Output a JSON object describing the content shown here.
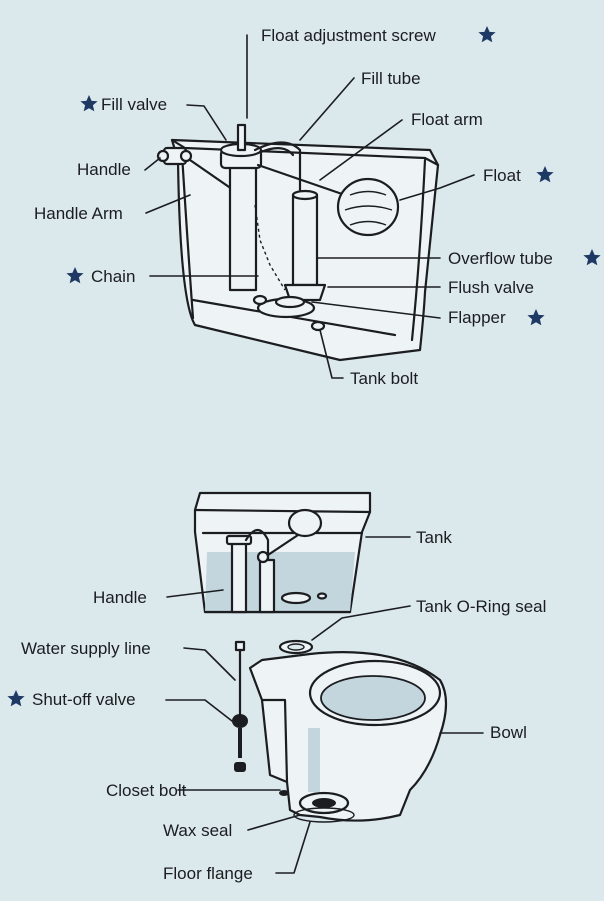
{
  "colors": {
    "background": "#dbe8ec",
    "ink": "#1b1d21",
    "star": "#1e3a64",
    "water": "#c3d6dd",
    "porcelain": "#eef4f6"
  },
  "icons": {
    "important_marker": "star-icon"
  },
  "top_diagram": {
    "labels": {
      "float_adjustment_screw": {
        "text": "Float adjustment screw",
        "starred": true
      },
      "fill_tube": {
        "text": "Fill tube",
        "starred": false
      },
      "fill_valve": {
        "text": "Fill valve",
        "starred": true
      },
      "float_arm": {
        "text": "Float arm",
        "starred": false
      },
      "handle": {
        "text": "Handle",
        "starred": false
      },
      "float": {
        "text": "Float",
        "starred": true
      },
      "handle_arm": {
        "text": "Handle Arm",
        "starred": false
      },
      "chain": {
        "text": "Chain",
        "starred": true
      },
      "overflow_tube": {
        "text": "Overflow tube",
        "starred": true
      },
      "flush_valve": {
        "text": "Flush valve",
        "starred": false
      },
      "flapper": {
        "text": "Flapper",
        "starred": true
      },
      "tank_bolt": {
        "text": "Tank bolt",
        "starred": false
      }
    }
  },
  "bottom_diagram": {
    "labels": {
      "tank": {
        "text": "Tank",
        "starred": false
      },
      "handle": {
        "text": "Handle",
        "starred": false
      },
      "tank_o_ring_seal": {
        "text": "Tank O-Ring seal",
        "starred": false
      },
      "water_supply_line": {
        "text": "Water supply line",
        "starred": false
      },
      "shut_off_valve": {
        "text": "Shut-off valve",
        "starred": true
      },
      "bowl": {
        "text": "Bowl",
        "starred": false
      },
      "closet_bolt": {
        "text": "Closet bolt",
        "starred": false
      },
      "wax_seal": {
        "text": "Wax seal",
        "starred": false
      },
      "floor_flange": {
        "text": "Floor flange",
        "starred": false
      }
    }
  }
}
